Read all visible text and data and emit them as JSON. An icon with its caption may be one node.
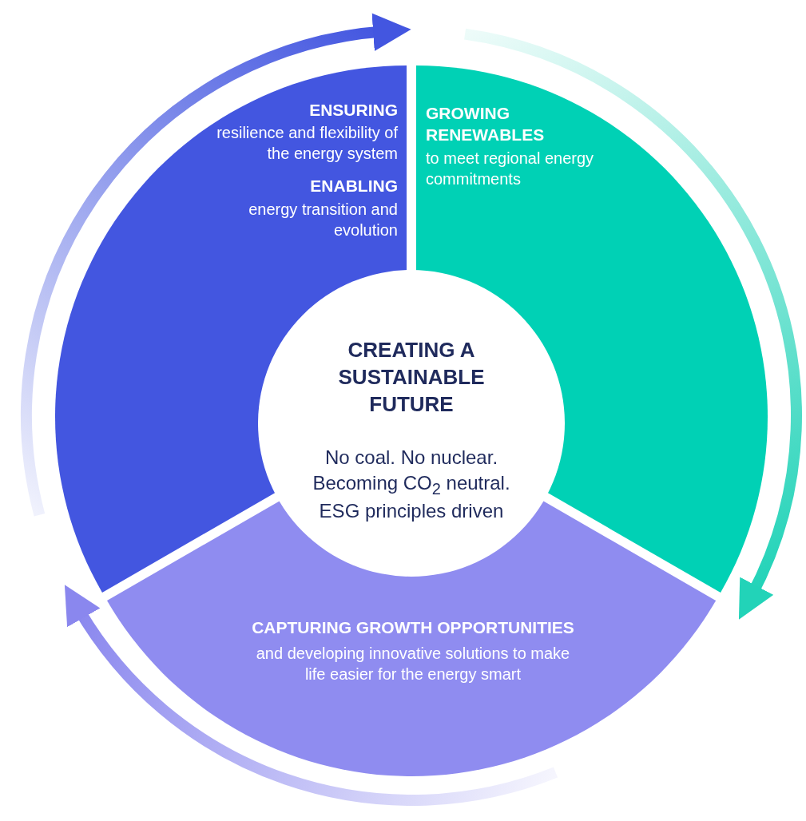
{
  "diagram": {
    "nodes": [
      {
        "text": [
          "ENSURING",
          "resilience and flexibility of the energy system",
          "ENABLING",
          "energy transition and evolution"
        ]
      },
      {
        "text": [
          "GROWING RENEWABLES",
          "to meet regional energy commitments"
        ]
      },
      {
        "text": [
          "CAPTURING GROWTH OPPORTUNITIES",
          "and developing innovative solutions to make life easier for the energy smart"
        ]
      },
      {
        "text": [
          "CREATING A SUSTAINABLE FUTURE",
          "No coal. No nuclear. Becoming CO$_{2}$ neutral. ESG principles driven"
        ]
      }
    ]
  }
}
